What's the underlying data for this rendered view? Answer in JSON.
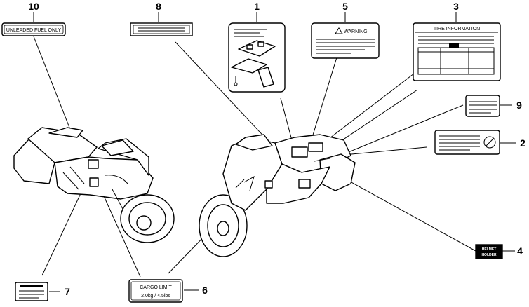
{
  "callouts": {
    "c1": "1",
    "c2": "2",
    "c3": "3",
    "c4": "4",
    "c5": "5",
    "c6": "6",
    "c7": "7",
    "c8": "8",
    "c9": "9",
    "c10": "10"
  },
  "labels": {
    "fuel": "UNLEADED FUEL ONLY",
    "warning": "WARNING",
    "tire_info": "TIRE INFORMATION",
    "cargo_title": "CARGO LIMIT",
    "cargo_value": "2.0kg / 4.5lbs",
    "helmet_1": "HELMET",
    "helmet_2": "HOLDER"
  },
  "colors": {
    "ink": "#000000",
    "paper": "#ffffff"
  }
}
